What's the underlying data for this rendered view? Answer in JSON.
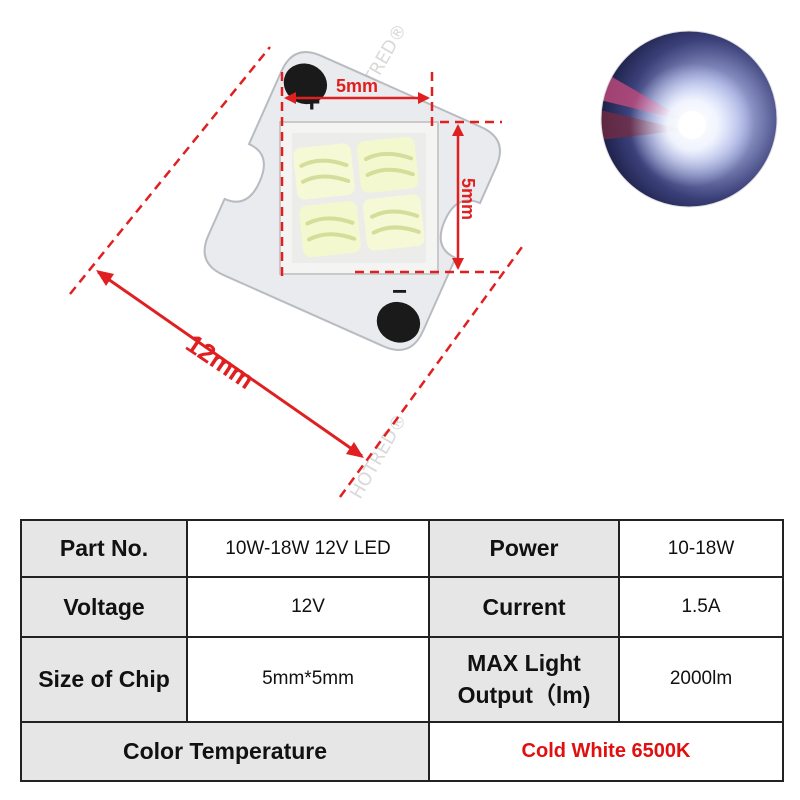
{
  "dimensions": {
    "width_label": "5mm",
    "height_label": "5mm",
    "board_label": "12mm"
  },
  "pcb_markings": {
    "plus": "+",
    "minus": "−"
  },
  "watermark": "HOTRED®",
  "colors": {
    "dimension_lines": "#e02020",
    "label_cell": "#e6e6e6",
    "highlight_value": "#e01010"
  },
  "specs": {
    "part_no_label": "Part No.",
    "part_no_value": "10W-18W 12V LED",
    "power_label": "Power",
    "power_value": "10-18W",
    "voltage_label": "Voltage",
    "voltage_value": "12V",
    "current_label": "Current",
    "current_value": "1.5A",
    "chip_size_label": "Size of Chip",
    "chip_size_value": "5mm*5mm",
    "max_light_label": "MAX Light Output（lm)",
    "max_light_value": "2000lm",
    "color_temp_label": "Color Temperature",
    "color_temp_value": "Cold White 6500K"
  }
}
